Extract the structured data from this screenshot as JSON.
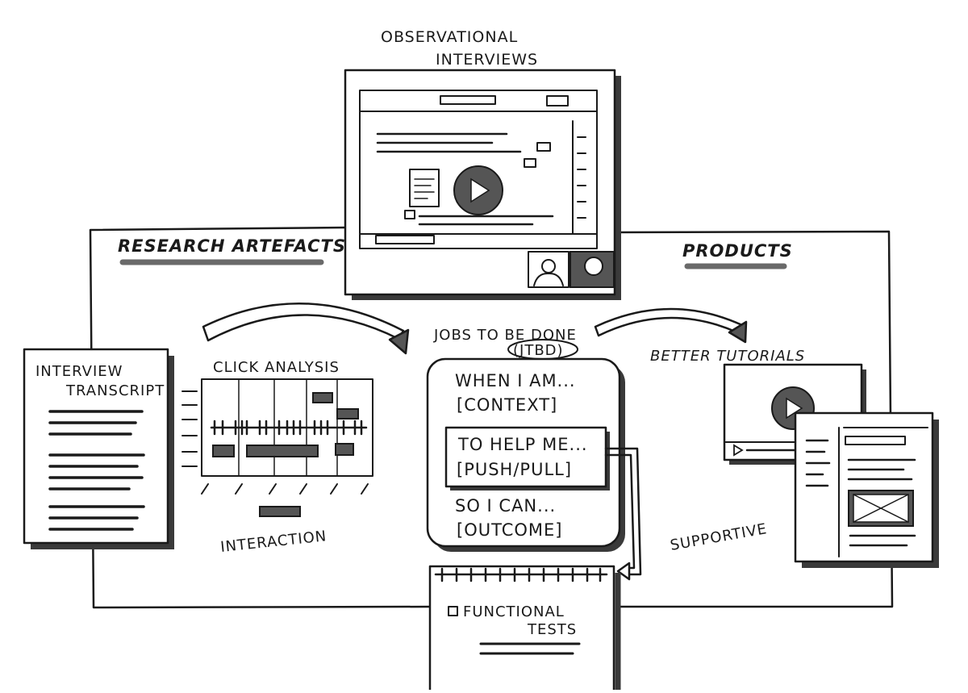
{
  "observational_interviews": {
    "title_line1": "OBSERVATIONAL",
    "title_line2": "INTERVIEWS"
  },
  "research_artefacts": {
    "heading": "RESEARCH ARTEFACTS",
    "interview_transcript": {
      "line1": "INTERVIEW",
      "line2": "TRANSCRIPT"
    },
    "click_analysis": {
      "title": "CLICK ANALYSIS",
      "caption": "INTERACTION"
    }
  },
  "jtbd": {
    "title": "JOBS TO BE DONE",
    "abbr": "(JTBD)",
    "when": "WHEN I AM...",
    "context": "[CONTEXT]",
    "help": "TO HELP ME...",
    "push_pull": "[PUSH/PULL]",
    "so": "SO I CAN...",
    "outcome": "[OUTCOME]"
  },
  "functional_tests": {
    "line1": "FUNCTIONAL",
    "line2": "TESTS"
  },
  "products": {
    "heading": "PRODUCTS",
    "better_tutorials": "BETTER TUTORIALS",
    "supportive": "SUPPORTIVE"
  },
  "colors": {
    "ink": "#1a1a1a",
    "shade": "#555555",
    "paper": "#ffffff"
  }
}
